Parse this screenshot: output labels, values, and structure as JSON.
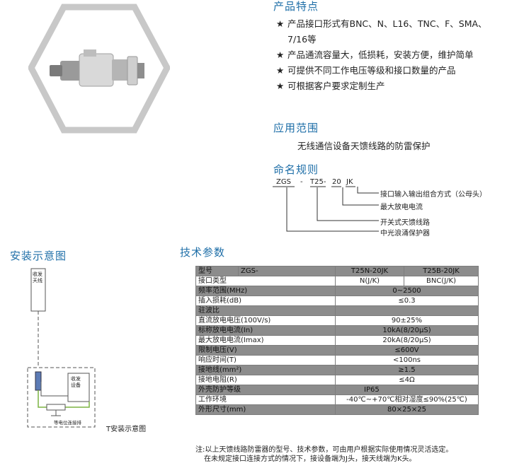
{
  "features": {
    "title": "产品特点",
    "items": [
      "产品接口形式有BNC、N、L16、TNC、F、SMA、",
      "产品通流容量大，低损耗，安装方便，维护简单",
      "可提供不同工作电压等级和接口数量的产品",
      "可根据客户要求定制生产"
    ],
    "item1_cont": "7/16等",
    "star": "★"
  },
  "application": {
    "title": "应用范围",
    "text": "无线通信设备天馈线路的防雷保护"
  },
  "naming": {
    "title": "命名规则",
    "code": [
      "ZGS",
      "-",
      "T25-",
      "20",
      "JK"
    ],
    "labels": [
      "接口输入输出组合方式（公母头）",
      "最大放电电流",
      "开关式天馈线路",
      "中光浪涌保护器"
    ]
  },
  "install": {
    "title": "安装示意图",
    "antenna": "收发天线",
    "device": "收发设备",
    "ground": "等电位连接排",
    "caption": "T安装示意图"
  },
  "tech": {
    "title": "技术参数",
    "header": [
      "型号",
      "ZGS-",
      "T25N-20JK",
      "T25B-20JK"
    ],
    "rows": [
      {
        "label": "接口类型",
        "v1": "N(J/K)",
        "v2": "BNC(J/K)"
      },
      {
        "label": "频率范围(MHz)",
        "value": "0~2500"
      },
      {
        "label": "插入损耗(dB)",
        "value": "≤0.3"
      },
      {
        "label": "驻波比",
        "value": ""
      },
      {
        "label": "直流放电电压(100V/s)",
        "value": "90±25%"
      },
      {
        "label": "标称放电电流(In)",
        "value": "10kA(8/20μS)"
      },
      {
        "label": "最大放电电流(Imax)",
        "value": "20kA(8/20μS)"
      },
      {
        "label": "限制电压(V)",
        "value": "≤600V"
      },
      {
        "label": "响应时间(T)",
        "value": "<100ns"
      },
      {
        "label": "接地线(mm²)",
        "value": "≥1.5"
      },
      {
        "label": "接地电阻(R)",
        "value": "≤4Ω"
      },
      {
        "label": "外壳防护等级",
        "value": "IP65"
      },
      {
        "label": "工作环境",
        "value": "-40℃~+70℃相对湿度≤90%(25℃)"
      },
      {
        "label": "外形尺寸(mm)",
        "value": "80×25×25"
      }
    ]
  },
  "note": {
    "line1": "注:以上天馈线路防雷器的型号、技术参数，可由用户根据实际使用情况灵活选定。",
    "line2": "在未规定接口连接方式的情况下，接设备端为J头，接天线端为K头。"
  },
  "colors": {
    "accent": "#1f6fa8",
    "rowDark": "#8c8c8c",
    "hexFrame": "#c8c8c8",
    "wire": "#7cb342"
  }
}
